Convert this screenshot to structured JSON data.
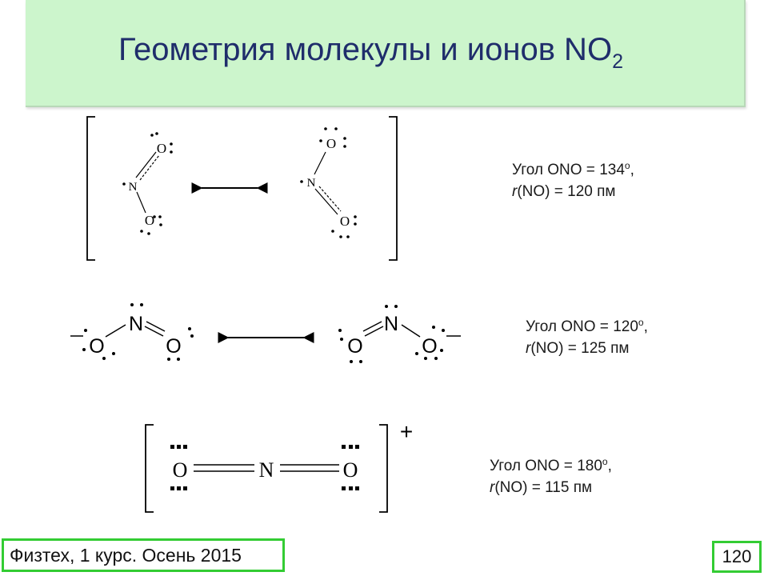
{
  "title": {
    "main": "Геометрия молекулы и ионов NO",
    "subscript": "2"
  },
  "structures": [
    {
      "label": "nitrogen-dioxide-radical",
      "atoms": {
        "n": "N",
        "o": "O"
      },
      "info": {
        "angle_prefix": "Угол ONO = ",
        "angle_value": "134",
        "degree": "o",
        "angle_suffix": ",",
        "r_symbol": "r",
        "r_text": "(NO) = 120 пм"
      }
    },
    {
      "label": "nitrite-anion",
      "atoms": {
        "n": "N",
        "o": "O"
      },
      "info": {
        "angle_prefix": "Угол ONO = ",
        "angle_value": "120",
        "degree": "o",
        "angle_suffix": ",",
        "r_symbol": "r",
        "r_text": "(NO) = 125 пм"
      }
    },
    {
      "label": "nitronium-cation",
      "atoms": {
        "n": "N",
        "o": "O"
      },
      "charge": "+",
      "info": {
        "angle_prefix": "Угол ONO = ",
        "angle_value": "180",
        "degree": "o",
        "angle_suffix": ",",
        "r_symbol": "r",
        "r_text": "(NO) = 115 пм"
      }
    }
  ],
  "footer": {
    "text": "Физтех, 1 курс. Осень 2015"
  },
  "page_number": "120",
  "colors": {
    "title_bg": "#ccf5cc",
    "title_text": "#1f2d6b",
    "footer_border": "#33cc33"
  }
}
